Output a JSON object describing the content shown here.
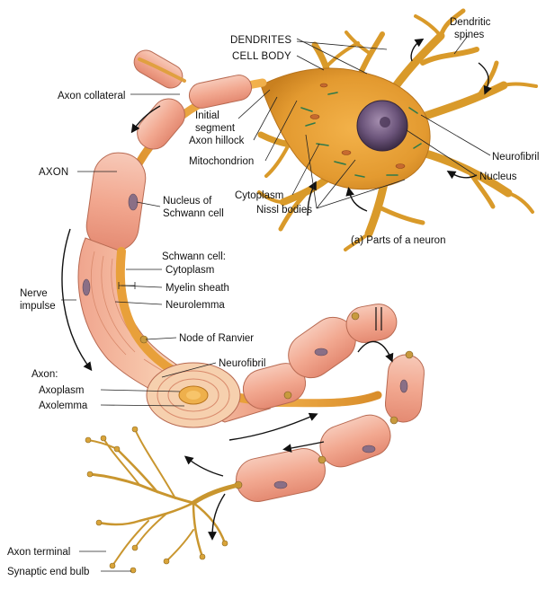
{
  "figure": {
    "caption": "(a) Parts of a neuron",
    "labels": {
      "dendrites": "DENDRITES",
      "dendritic_spines": "Dendritic\nspines",
      "cell_body": "CELL BODY",
      "axon_collateral": "Axon collateral",
      "initial_segment": "Initial\nsegment",
      "axon_hillock": "Axon hillock",
      "mitochondrion": "Mitochondrion",
      "neurofibril_top": "Neurofibril",
      "nucleus": "Nucleus",
      "axon": "AXON",
      "nucleus_of_schwann": "Nucleus of\nSchwann cell",
      "cytoplasm": "Cytoplasm",
      "nissl_bodies": "Nissl bodies",
      "schwann_cell": "Schwann cell:",
      "schwann_cytoplasm": "Cytoplasm",
      "myelin_sheath": "Myelin sheath",
      "neurolemma": "Neurolemma",
      "nerve_impulse": "Nerve\nimpulse",
      "node_of_ranvier": "Node of Ranvier",
      "neurofibril_bottom": "Neurofibril",
      "axon_heading": "Axon:",
      "axoplasm": "Axoplasm",
      "axolemma": "Axolemma",
      "axon_terminal": "Axon terminal",
      "synaptic_end_bulb": "Synaptic end bulb"
    }
  }
}
